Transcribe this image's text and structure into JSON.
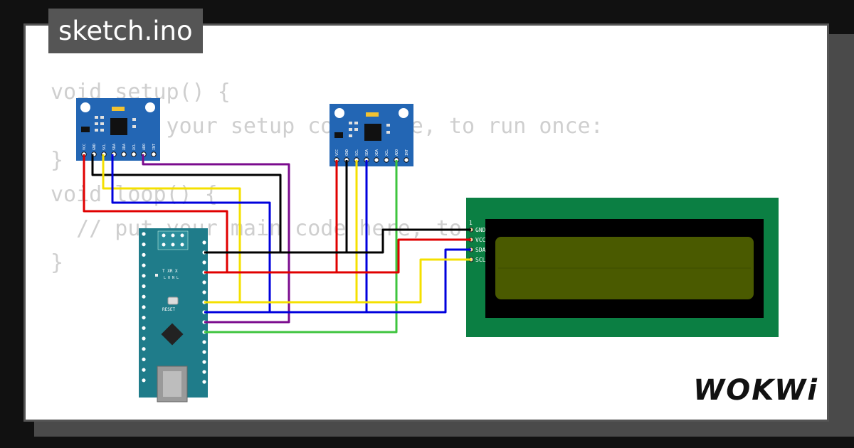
{
  "tab": {
    "filename": "sketch.ino"
  },
  "code": {
    "lines": [
      "void setup() {",
      "  // put your setup code here, to run once:",
      "",
      "}",
      "",
      "void loop() {",
      "  // put your main code here, to run repeatedly:",
      "",
      "}"
    ]
  },
  "sensor1": {
    "pins": [
      "VCC",
      "GND",
      "SCL",
      "SDA",
      "XDA",
      "XCL",
      "ADO",
      "INT"
    ]
  },
  "sensor2": {
    "pins": [
      "VCC",
      "GND",
      "SCL",
      "SDA",
      "XDA",
      "XCL",
      "ADO",
      "INT"
    ]
  },
  "lcd": {
    "pin1_marker": "1",
    "pins": [
      "GND",
      "VCC",
      "SDA",
      "SCL"
    ]
  },
  "nano": {
    "reset_label": "RESET",
    "tx_rx_label": "T XR X",
    "led_label": "L O N L"
  },
  "logo": {
    "text": "WOKWi"
  },
  "colors": {
    "wire_red": "#e00000",
    "wire_black": "#000000",
    "wire_yellow": "#f4e000",
    "wire_blue": "#0000dd",
    "wire_purple": "#7b0b8e",
    "wire_green": "#3ec43e",
    "lcd_board": "#0b7f43",
    "lcd_screen": "#4a5a00",
    "nano_board": "#1f7c8a",
    "sensor_board": "#2366b4"
  }
}
